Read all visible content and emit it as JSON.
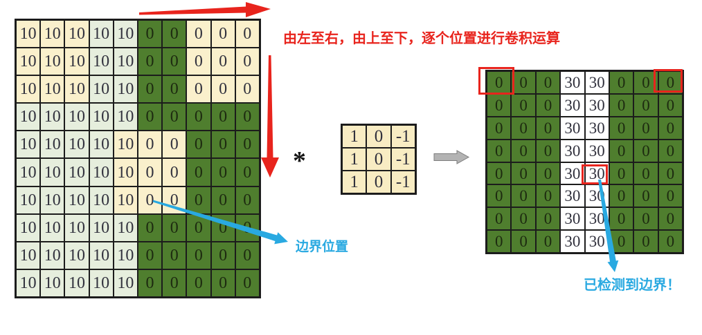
{
  "annotations": {
    "scan_note": "由左至右，由上至下，逐个位置进行卷积运算",
    "boundary_label": "边界位置",
    "detected_label": "已检测到边界！",
    "operator": "*"
  },
  "colors": {
    "cream": "#faf0cc",
    "mint": "#e6eedd",
    "dark_green": "#4f7e2e",
    "kernel_bg": "#f8ecc3",
    "red": "#e8241d",
    "blue": "#29a9e1",
    "gray": "#b3b3b3"
  },
  "input_grid": {
    "values": [
      [
        10,
        10,
        10,
        10,
        10,
        0,
        0,
        0,
        0,
        0
      ],
      [
        10,
        10,
        10,
        10,
        10,
        0,
        0,
        0,
        0,
        0
      ],
      [
        10,
        10,
        10,
        10,
        10,
        0,
        0,
        0,
        0,
        0
      ],
      [
        10,
        10,
        10,
        10,
        10,
        0,
        0,
        0,
        0,
        0
      ],
      [
        10,
        10,
        10,
        10,
        10,
        0,
        0,
        0,
        0,
        0
      ],
      [
        10,
        10,
        10,
        10,
        10,
        0,
        0,
        0,
        0,
        0
      ],
      [
        10,
        10,
        10,
        10,
        10,
        0,
        0,
        0,
        0,
        0
      ],
      [
        10,
        10,
        10,
        10,
        10,
        0,
        0,
        0,
        0,
        0
      ],
      [
        10,
        10,
        10,
        10,
        10,
        0,
        0,
        0,
        0,
        0
      ],
      [
        10,
        10,
        10,
        10,
        10,
        0,
        0,
        0,
        0,
        0
      ]
    ],
    "cell_colors": [
      [
        "c",
        "c",
        "c",
        "m",
        "m",
        "g",
        "g",
        "c",
        "c",
        "c"
      ],
      [
        "c",
        "c",
        "c",
        "m",
        "m",
        "g",
        "g",
        "c",
        "c",
        "c"
      ],
      [
        "c",
        "c",
        "c",
        "m",
        "m",
        "g",
        "g",
        "c",
        "c",
        "c"
      ],
      [
        "m",
        "m",
        "m",
        "m",
        "m",
        "g",
        "g",
        "g",
        "g",
        "g"
      ],
      [
        "m",
        "m",
        "m",
        "m",
        "c",
        "c",
        "c",
        "g",
        "g",
        "g"
      ],
      [
        "m",
        "m",
        "m",
        "m",
        "c",
        "c",
        "c",
        "g",
        "g",
        "g"
      ],
      [
        "m",
        "m",
        "m",
        "m",
        "c",
        "c",
        "c",
        "g",
        "g",
        "g"
      ],
      [
        "m",
        "m",
        "m",
        "m",
        "m",
        "g",
        "g",
        "g",
        "g",
        "g"
      ],
      [
        "m",
        "m",
        "m",
        "m",
        "m",
        "g",
        "g",
        "g",
        "g",
        "g"
      ],
      [
        "m",
        "m",
        "m",
        "m",
        "m",
        "g",
        "g",
        "g",
        "g",
        "g"
      ]
    ]
  },
  "kernel_grid": {
    "values": [
      [
        1,
        0,
        -1
      ],
      [
        1,
        0,
        -1
      ],
      [
        1,
        0,
        -1
      ]
    ]
  },
  "output_grid": {
    "values": [
      [
        0,
        0,
        0,
        30,
        30,
        0,
        0,
        0
      ],
      [
        0,
        0,
        0,
        30,
        30,
        0,
        0,
        0
      ],
      [
        0,
        0,
        0,
        30,
        30,
        0,
        0,
        0
      ],
      [
        0,
        0,
        0,
        30,
        30,
        0,
        0,
        0
      ],
      [
        0,
        0,
        0,
        30,
        30,
        0,
        0,
        0
      ],
      [
        0,
        0,
        0,
        30,
        30,
        0,
        0,
        0
      ],
      [
        0,
        0,
        0,
        30,
        30,
        0,
        0,
        0
      ],
      [
        0,
        0,
        0,
        30,
        30,
        0,
        0,
        0
      ]
    ],
    "cell_colors": [
      [
        "g",
        "g",
        "g",
        "w",
        "w",
        "g",
        "g",
        "g"
      ],
      [
        "g",
        "g",
        "g",
        "w",
        "w",
        "g",
        "g",
        "g"
      ],
      [
        "g",
        "g",
        "g",
        "w",
        "w",
        "g",
        "g",
        "g"
      ],
      [
        "g",
        "g",
        "g",
        "w",
        "w",
        "g",
        "g",
        "g"
      ],
      [
        "g",
        "g",
        "g",
        "w",
        "w",
        "g",
        "g",
        "g"
      ],
      [
        "g",
        "g",
        "g",
        "w",
        "w",
        "g",
        "g",
        "g"
      ],
      [
        "g",
        "g",
        "g",
        "w",
        "w",
        "g",
        "g",
        "g"
      ],
      [
        "g",
        "g",
        "g",
        "w",
        "w",
        "g",
        "g",
        "g"
      ]
    ],
    "highlighted_cells": [
      [
        0,
        0
      ],
      [
        0,
        7
      ],
      [
        4,
        4
      ]
    ]
  }
}
